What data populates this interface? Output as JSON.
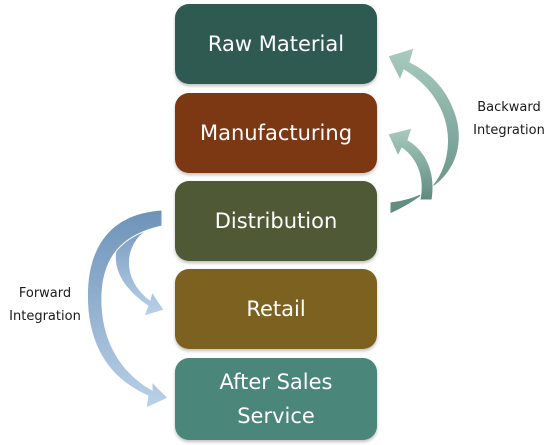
{
  "stages": {
    "raw_material": "Raw Material",
    "manufacturing": "Manufacturing",
    "distribution": "Distribution",
    "retail": "Retail",
    "after_sales_line1": "After Sales",
    "after_sales_line2": "Service"
  },
  "labels": {
    "backward_line1": "Backward",
    "backward_line2": "Integration",
    "forward_line1": "Forward",
    "forward_line2": "Integration"
  },
  "colors": {
    "raw_material": "#2f5a52",
    "manufacturing": "#7c3813",
    "distribution": "#4f5936",
    "retail": "#7d6121",
    "after_sales": "#4a8679",
    "backward_arrow": "#6f9a8d",
    "forward_arrow": "#8fb0cf"
  }
}
